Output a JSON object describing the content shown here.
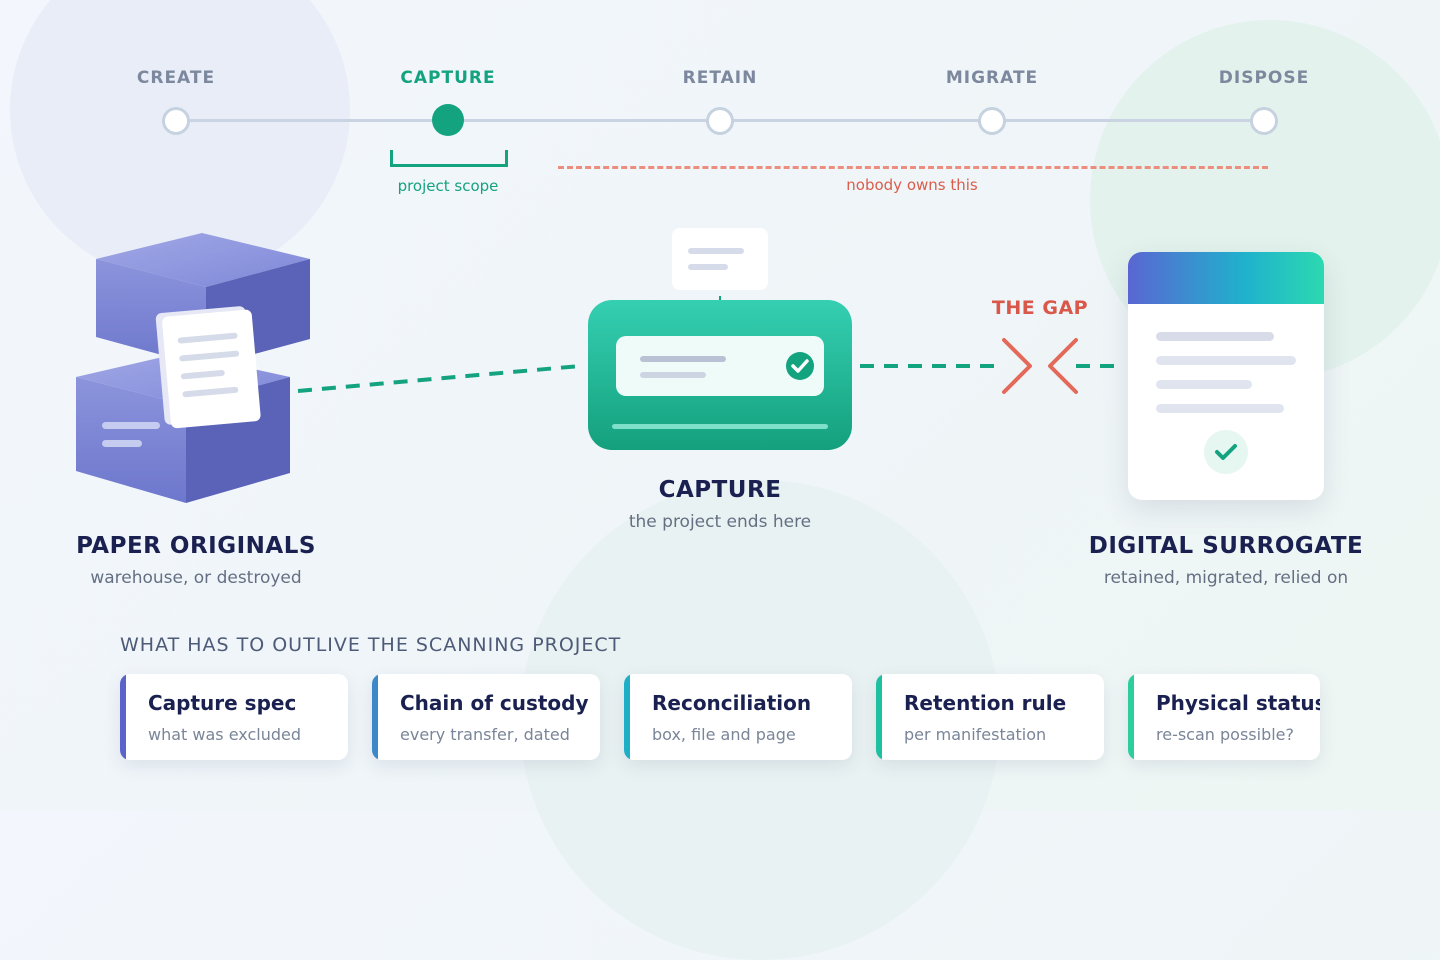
{
  "lifecycle": {
    "stages": [
      {
        "label": "CREATE",
        "active": false
      },
      {
        "label": "CAPTURE",
        "active": true
      },
      {
        "label": "RETAIN",
        "active": false
      },
      {
        "label": "MIGRATE",
        "active": false
      },
      {
        "label": "DISPOSE",
        "active": false
      }
    ],
    "project_scope_label": "project scope",
    "unowned_label": "nobody owns this"
  },
  "flow": {
    "paper": {
      "title": "PAPER ORIGINALS",
      "subtitle": "warehouse, or destroyed"
    },
    "capture": {
      "title": "CAPTURE",
      "subtitle": "the project ends here"
    },
    "gap_label": "THE GAP",
    "digital": {
      "title": "DIGITAL SURROGATE",
      "subtitle": "retained, migrated, relied on"
    }
  },
  "outlive": {
    "heading": "WHAT HAS TO OUTLIVE THE SCANNING PROJECT",
    "items": [
      {
        "title": "Capture spec",
        "subtitle": "what was excluded",
        "accent": "#5a63c8"
      },
      {
        "title": "Chain of custody",
        "subtitle": "every transfer, dated",
        "accent": "#3c88c8"
      },
      {
        "title": "Reconciliation",
        "subtitle": "box, file and page",
        "accent": "#1eaec6"
      },
      {
        "title": "Retention rule",
        "subtitle": "per manifestation",
        "accent": "#1fbfa2"
      },
      {
        "title": "Physical status",
        "subtitle": "re-scan possible?",
        "accent": "#2ccf9c"
      }
    ]
  },
  "colors": {
    "accent_green": "#14a37f",
    "gap_red": "#e36a5a",
    "box_purple": "#6e78cf",
    "ink": "#1a2150"
  }
}
